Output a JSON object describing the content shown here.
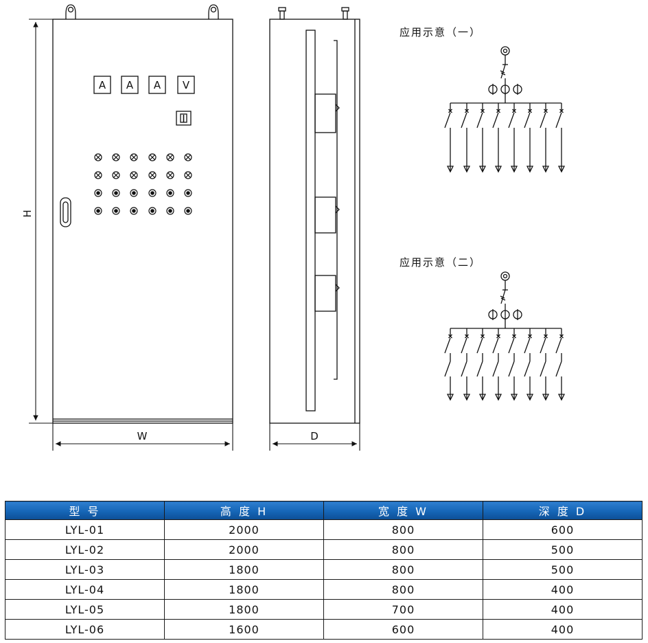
{
  "dimensions": {
    "height": "H",
    "width": "W",
    "depth": "D"
  },
  "front_panel": {
    "meters": [
      "A",
      "A",
      "A",
      "V"
    ]
  },
  "diagrams": [
    {
      "title": "应用示意（一）"
    },
    {
      "title": "应用示意（二）"
    }
  ],
  "table": {
    "headers": [
      "型  号",
      "高  度  H",
      "宽  度  W",
      "深  度  D"
    ],
    "rows": [
      [
        "LYL-01",
        "2000",
        "800",
        "600"
      ],
      [
        "LYL-02",
        "2000",
        "800",
        "500"
      ],
      [
        "LYL-03",
        "1800",
        "800",
        "500"
      ],
      [
        "LYL-04",
        "1800",
        "800",
        "400"
      ],
      [
        "LYL-05",
        "1800",
        "700",
        "400"
      ],
      [
        "LYL-06",
        "1600",
        "600",
        "400"
      ]
    ]
  },
  "colors": {
    "header_bg": "#1565b6",
    "line": "#111111"
  }
}
